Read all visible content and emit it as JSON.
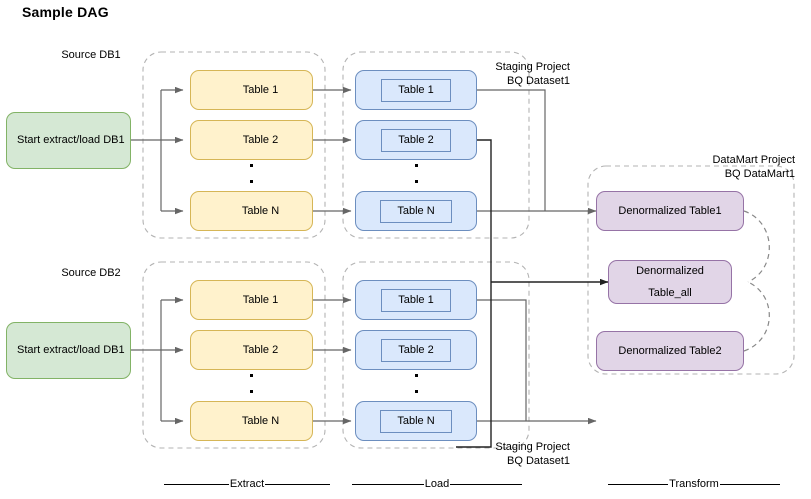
{
  "title": "Sample DAG",
  "groups": {
    "source_db1": "Source DB1",
    "source_db2": "Source DB2",
    "staging_top_l1": "Staging Project",
    "staging_top_l2": "BQ Dataset1",
    "staging_bottom_l1": "Staging Project",
    "staging_bottom_l2": "BQ Dataset1",
    "datamart_l1": "DataMart Project",
    "datamart_l2": "BQ DataMart1"
  },
  "start_nodes": [
    {
      "label": "Start extract/load DB1"
    },
    {
      "label": "Start extract/load DB1"
    }
  ],
  "extract_top": [
    {
      "label": "Table 1"
    },
    {
      "label": "Table 2"
    },
    {
      "label": "Table N"
    }
  ],
  "extract_bottom": [
    {
      "label": "Table 1"
    },
    {
      "label": "Table 2"
    },
    {
      "label": "Table N"
    }
  ],
  "load_top": [
    {
      "label": "Table 1"
    },
    {
      "label": "Table 2"
    },
    {
      "label": "Table N"
    }
  ],
  "load_bottom": [
    {
      "label": "Table 1"
    },
    {
      "label": "Table 2"
    },
    {
      "label": "Table N"
    }
  ],
  "transform": [
    {
      "label": "Denormalized Table1"
    },
    {
      "label_line1": "Denormalized",
      "label_line2": "Table_all"
    },
    {
      "label": "Denormalized Table2"
    }
  ],
  "phases": [
    {
      "label": "Extract"
    },
    {
      "label": "Load"
    },
    {
      "label": "Transform"
    }
  ],
  "colors": {
    "green_fill": "#d5e8d4",
    "green_stroke": "#82b366",
    "yellow_fill": "#fff2cc",
    "yellow_stroke": "#d6b656",
    "blue_fill": "#dae8fc",
    "blue_stroke": "#6c8ebf",
    "purple_fill": "#e1d5e7",
    "purple_stroke": "#9673a6",
    "arrow": "#666666",
    "dashed_group": "#b3b3b3",
    "black_line": "#000000"
  }
}
